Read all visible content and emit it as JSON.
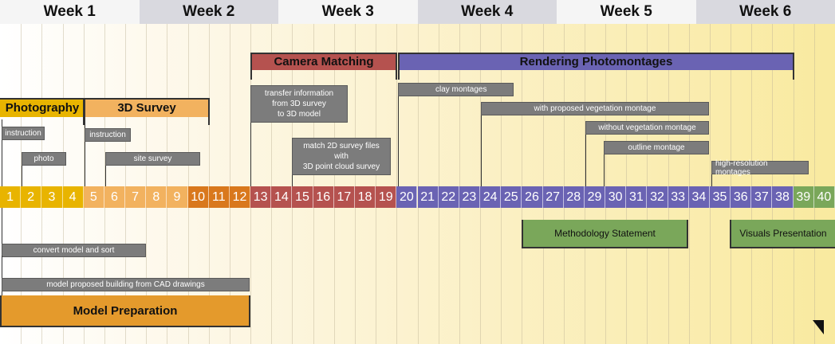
{
  "weeks": [
    "Week 1",
    "Week 2",
    "Week 3",
    "Week 4",
    "Week 5",
    "Week 6"
  ],
  "days": [
    "1",
    "2",
    "3",
    "4",
    "5",
    "6",
    "7",
    "8",
    "9",
    "10",
    "11",
    "12",
    "13",
    "14",
    "15",
    "16",
    "17",
    "18",
    "19",
    "20",
    "21",
    "22",
    "23",
    "24",
    "25",
    "26",
    "27",
    "28",
    "29",
    "30",
    "31",
    "32",
    "33",
    "34",
    "35",
    "36",
    "37",
    "38",
    "39",
    "40"
  ],
  "phases": {
    "photography": "Photography",
    "survey_3d": "3D Survey",
    "camera_matching": "Camera Matching",
    "rendering": "Rendering Photomontages",
    "model_preparation": "Model Preparation",
    "methodology": "Methodology Statement",
    "visuals": "Visuals Presentation"
  },
  "tasks": {
    "instruction_1": "instruction",
    "photo": "photo",
    "instruction_2": "instruction",
    "site_survey": "site survey",
    "transfer_info": [
      "transfer information",
      "from 3D survey",
      "to 3D model"
    ],
    "match_2d": [
      "match 2D survey files with",
      "3D point cloud survey"
    ],
    "clay_montages": "clay montages",
    "with_vegetation": "with proposed vegetation montage",
    "without_vegetation": "without vegetation montage",
    "outline_montage": "outline montage",
    "high_res": "high-resolution montages",
    "convert_model": "convert model and sort",
    "model_building": "model proposed building from CAD drawings"
  },
  "colors": {
    "photography": "#e8b400",
    "survey": "#f2b25f",
    "orange_dark": "#d9781d",
    "camera": "#b5524f",
    "rendering": "#6a63b3",
    "green": "#7aa75a",
    "model_prep": "#e49a2c"
  }
}
